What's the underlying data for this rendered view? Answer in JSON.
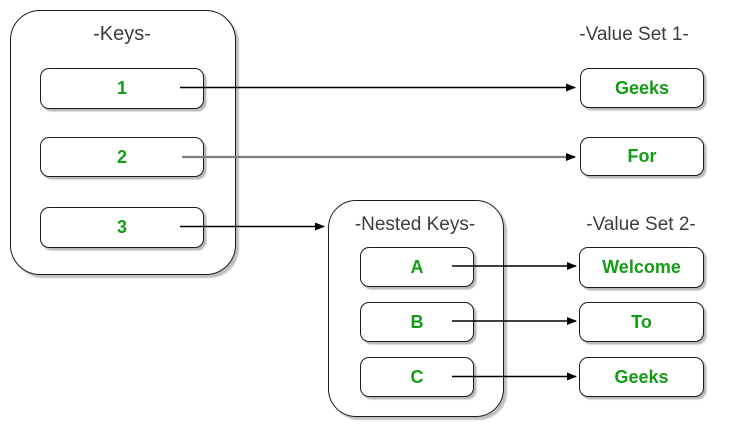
{
  "diagram": {
    "keys_group": {
      "title": "-Keys-",
      "items": [
        {
          "label": "1"
        },
        {
          "label": "2"
        },
        {
          "label": "3"
        }
      ]
    },
    "value_set_1": {
      "title": "-Value Set 1-",
      "items": [
        {
          "label": "Geeks"
        },
        {
          "label": "For"
        }
      ]
    },
    "nested_keys_group": {
      "title": "-Nested Keys-",
      "items": [
        {
          "label": "A"
        },
        {
          "label": "B"
        },
        {
          "label": "C"
        }
      ]
    },
    "value_set_2": {
      "title": "-Value Set 2-",
      "items": [
        {
          "label": "Welcome"
        },
        {
          "label": "To"
        },
        {
          "label": "Geeks"
        }
      ]
    },
    "connections": [
      {
        "from": "1",
        "to": "Geeks",
        "line_color": "#000000"
      },
      {
        "from": "2",
        "to": "For",
        "line_color": "#7f7f7f"
      },
      {
        "from": "3",
        "to": "Nested Keys group",
        "line_color": "#000000"
      },
      {
        "from": "A",
        "to": "Welcome",
        "line_color": "#000000"
      },
      {
        "from": "B",
        "to": "To",
        "line_color": "#000000"
      },
      {
        "from": "C",
        "to": "Geeks",
        "line_color": "#000000"
      }
    ],
    "colors": {
      "node_text": "#149c14",
      "title_text": "#3d3d3d",
      "node_border": "#1c1c1c",
      "arrow_default": "#000000",
      "arrow_gray": "#7f7f7f",
      "background": "#ffffff"
    }
  }
}
